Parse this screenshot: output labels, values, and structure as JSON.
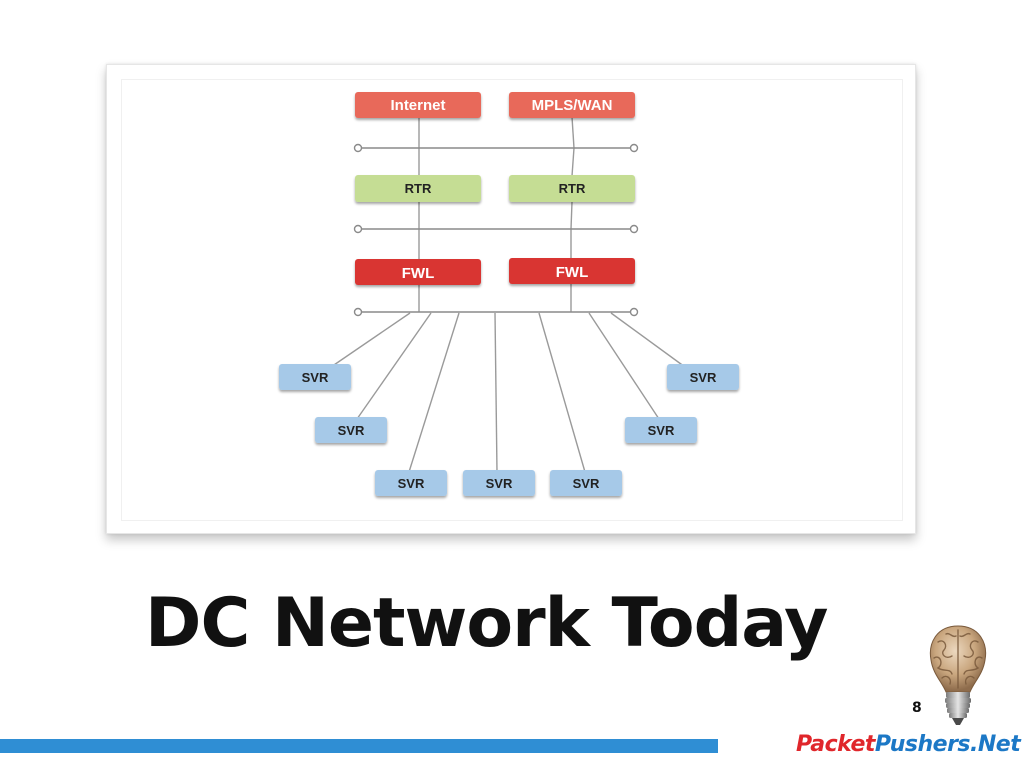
{
  "slide": {
    "title": "DC Network Today",
    "page_number": "8",
    "brand": {
      "part1": "Packet",
      "part2": "Pushers",
      "part3": ".Net",
      "color1": "#e0262b",
      "color2": "#1c78c6"
    },
    "accent_bar_color": "#2f8ed4",
    "logo_icon": "brain-lightbulb-icon"
  },
  "diagram": {
    "nodes": [
      {
        "id": "internet",
        "label": "Internet",
        "kind": "edge"
      },
      {
        "id": "mpls",
        "label": "MPLS/WAN",
        "kind": "edge"
      },
      {
        "id": "rtr1",
        "label": "RTR",
        "kind": "router"
      },
      {
        "id": "rtr2",
        "label": "RTR",
        "kind": "router"
      },
      {
        "id": "fwl1",
        "label": "FWL",
        "kind": "firewall"
      },
      {
        "id": "fwl2",
        "label": "FWL",
        "kind": "firewall"
      },
      {
        "id": "svr1",
        "label": "SVR",
        "kind": "server"
      },
      {
        "id": "svr2",
        "label": "SVR",
        "kind": "server"
      },
      {
        "id": "svr3",
        "label": "SVR",
        "kind": "server"
      },
      {
        "id": "svr4",
        "label": "SVR",
        "kind": "server"
      },
      {
        "id": "svr5",
        "label": "SVR",
        "kind": "server"
      },
      {
        "id": "svr6",
        "label": "SVR",
        "kind": "server"
      },
      {
        "id": "svr7",
        "label": "SVR",
        "kind": "server"
      }
    ],
    "colors": {
      "edge": "#e8695a",
      "router": "#c5dd94",
      "firewall": "#d93530",
      "server": "#a6c9e8",
      "line": "#999999"
    }
  }
}
